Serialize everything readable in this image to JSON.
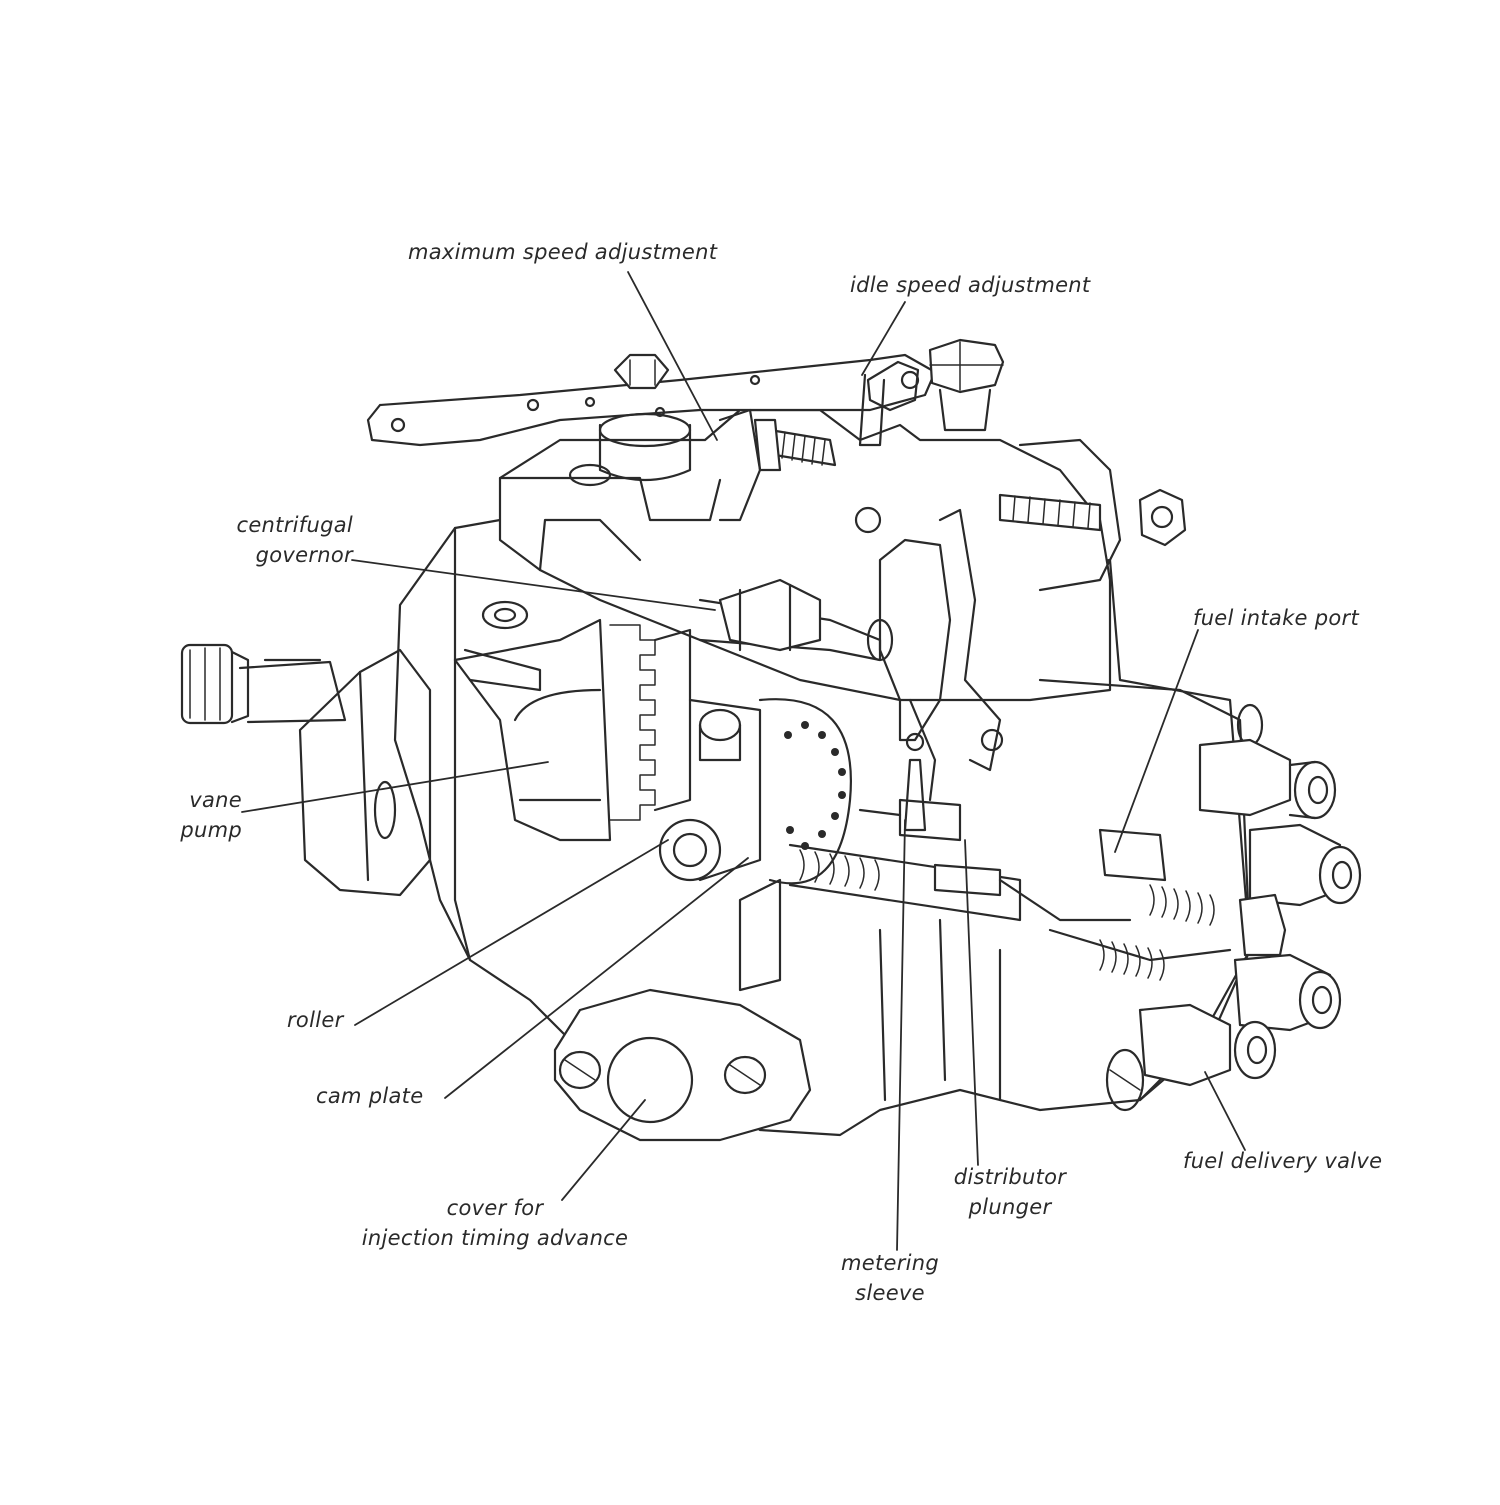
{
  "labels": {
    "max_speed": "maximum speed adjustment",
    "idle_speed": "idle speed adjustment",
    "governor_l1": "centrifugal",
    "governor_l2": "governor",
    "fuel_intake": "fuel intake port",
    "vane_l1": "vane",
    "vane_l2": "pump",
    "roller": "roller",
    "cam_plate": "cam plate",
    "cover_l1": "cover for",
    "cover_l2": "injection timing advance",
    "metering_l1": "metering",
    "metering_l2": "sleeve",
    "plunger_l1": "distributor",
    "plunger_l2": "plunger",
    "delivery_valve": "fuel delivery valve"
  },
  "colors": {
    "ink": "#2a2a2a",
    "paper": "#ffffff"
  }
}
